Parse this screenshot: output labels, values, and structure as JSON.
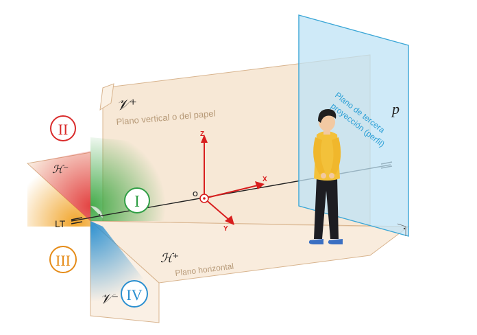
{
  "labels": {
    "plane_vertical_symbol": "𝒱⁺",
    "plane_vertical_neg_symbol": "𝒱⁻",
    "plane_horizontal_symbol": "ℋ⁺",
    "plane_horizontal_neg_symbol": "ℋ⁻",
    "plane_vertical_name": "Plano vertical o del papel",
    "plane_horizontal_name": "Plano horizontal",
    "plane_profile_symbol": "p",
    "plane_profile_name_line1": "Plano de tercera",
    "plane_profile_name_line2": "proyección (perfil)",
    "ground_line": "LT",
    "axis_x": "X",
    "axis_y": "Y",
    "axis_z": "Z",
    "origin": "O",
    "quadrant_1": "I",
    "quadrant_2": "II",
    "quadrant_3": "III",
    "quadrant_4": "IV"
  },
  "colors": {
    "plane_fill": "#f6e4cf",
    "plane_edge": "#d8b48e",
    "profile_fill": "#bfe3f5",
    "profile_edge": "#3aa6d6",
    "profile_text": "#2a9fd6",
    "axis": "#d81e1e",
    "quadrant_1": "#2f9e44",
    "quadrant_2": "#d92b2b",
    "quadrant_3": "#e58b17",
    "quadrant_4": "#2a8fd0",
    "label_text": "#b79a78"
  }
}
